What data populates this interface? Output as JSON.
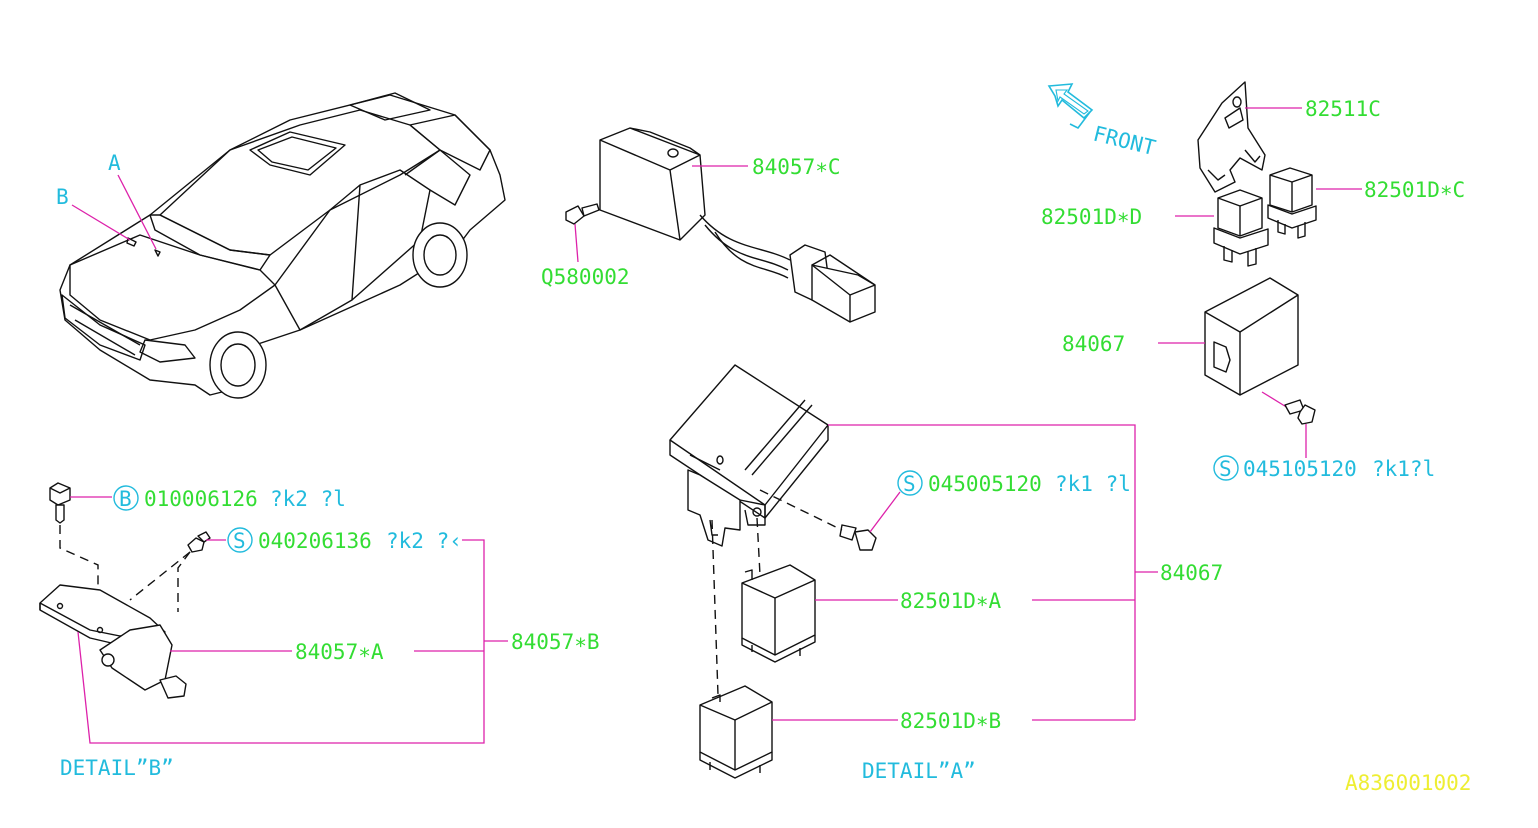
{
  "car_labels": {
    "a": "A",
    "b": "B"
  },
  "parts": {
    "p84057c": "84057∗C",
    "q580002": "Q580002",
    "p82511c": "82511C",
    "p82501dc": "82501D∗C",
    "p82501dd": "82501D∗D",
    "p84067_top": "84067",
    "s045105120": "045105120",
    "s045105120_suffix": "?k1?l",
    "b010006126": "010006126",
    "b010006126_suffix": "?k2  ?l",
    "s040206136": "040206136",
    "s040206136_suffix": "?k2  ?‹",
    "p84057a": "84057∗A",
    "p84057b": "84057∗B",
    "s045005120": "045005120",
    "s045005120_suffix": "?k1  ?l",
    "p84067_detail": "84067",
    "p82501da": "82501D∗A",
    "p82501db": "82501D∗B"
  },
  "symbols": {
    "s": "S",
    "b": "B"
  },
  "front_label": "FRONT",
  "detail_a": "DETAIL”A”",
  "detail_b": "DETAIL”B”",
  "drawing_id": "A836001002",
  "colors": {
    "label_green": "#33dd33",
    "label_cyan": "#22bbdd",
    "leader_magenta": "#dd22aa",
    "drawing_id_yellow": "#eeee33"
  }
}
